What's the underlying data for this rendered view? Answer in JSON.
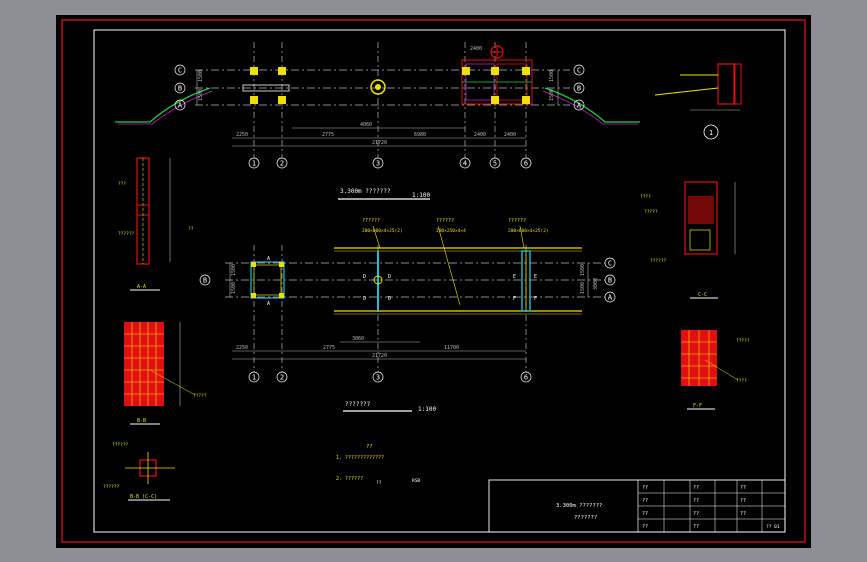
{
  "colors": {
    "viewer_bg": "#8e8f95",
    "sheet_bg": "#000000",
    "border_outer": "#c0101a",
    "border_inner": "#ffffff",
    "dim": "#b8b8b8",
    "section": "#e01010",
    "yellow": "#f0e000",
    "green": "#20d040",
    "cyan": "#20c0d0",
    "magenta": "#c020c0",
    "label": "#e8e000"
  },
  "plan_top": {
    "axis_rows": [
      "C",
      "B",
      "A"
    ],
    "axis_cols": [
      "1",
      "2",
      "3",
      "4",
      "5",
      "6"
    ],
    "dims": [
      "2250",
      "2775",
      "6980",
      "2400",
      "2400"
    ],
    "span_dim": "4060",
    "total": "21720",
    "heights": [
      "1500",
      "1500"
    ],
    "title": "3.300m ???????",
    "scale": "1:100"
  },
  "plan_mid": {
    "axis_rows": [
      "C",
      "B",
      "A"
    ],
    "axis_cols": [
      "1",
      "2",
      "3",
      "6"
    ],
    "dims": [
      "2250",
      "2775",
      "11700"
    ],
    "span_dim": "3060",
    "total": "21720",
    "heights": [
      "1500",
      "1500",
      "3000"
    ],
    "beams": [
      "??????",
      "??????",
      "??????"
    ],
    "beam_specs": [
      "200×600×4×25(2)",
      "200×250×4×4",
      "200×600×4×25(2)"
    ],
    "tags": [
      "A",
      "A",
      "D",
      "D",
      "D",
      "D",
      "E",
      "E",
      "F",
      "F"
    ],
    "title": "???????",
    "scale": "1:100"
  },
  "section_labels": [
    "A-A",
    "B-B",
    "B-B (C-C)",
    "C-C",
    "F-F",
    "1"
  ],
  "notes": {
    "head": "??",
    "line1": "1.  ?????????????",
    "line2": "2.  ??????",
    "sub1": "??",
    "sub2": "RSB"
  },
  "annotations": [
    "???",
    "??????",
    "?????",
    "??????",
    "??",
    "????",
    "?????",
    "??????",
    "????",
    "?????"
  ],
  "title_block": {
    "drawing_title": "3.300m ???????",
    "drawing_subtitle": "???????",
    "cells": [
      "??",
      "??",
      "??",
      "??",
      "??",
      "??",
      "??",
      "??",
      "??",
      "??",
      "??"
    ],
    "sheet_no": "?? 01"
  }
}
